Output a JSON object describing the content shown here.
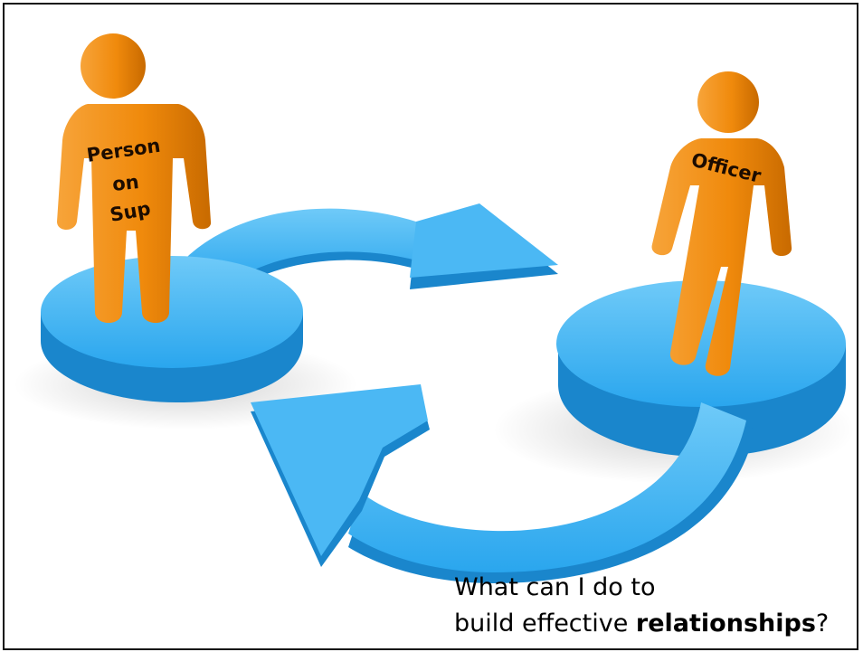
{
  "figure_left": {
    "label_lines": [
      "Person",
      "on",
      "Sup"
    ]
  },
  "figure_right": {
    "label": "Officer"
  },
  "caption": {
    "line1": "What can I do to",
    "line2_before": "build effective ",
    "line2_bold": "relationships",
    "line2_after": "?"
  },
  "colors": {
    "cycle_blue": "#2aa6ee",
    "figure_orange": "#f08a0c",
    "border": "#111111"
  }
}
